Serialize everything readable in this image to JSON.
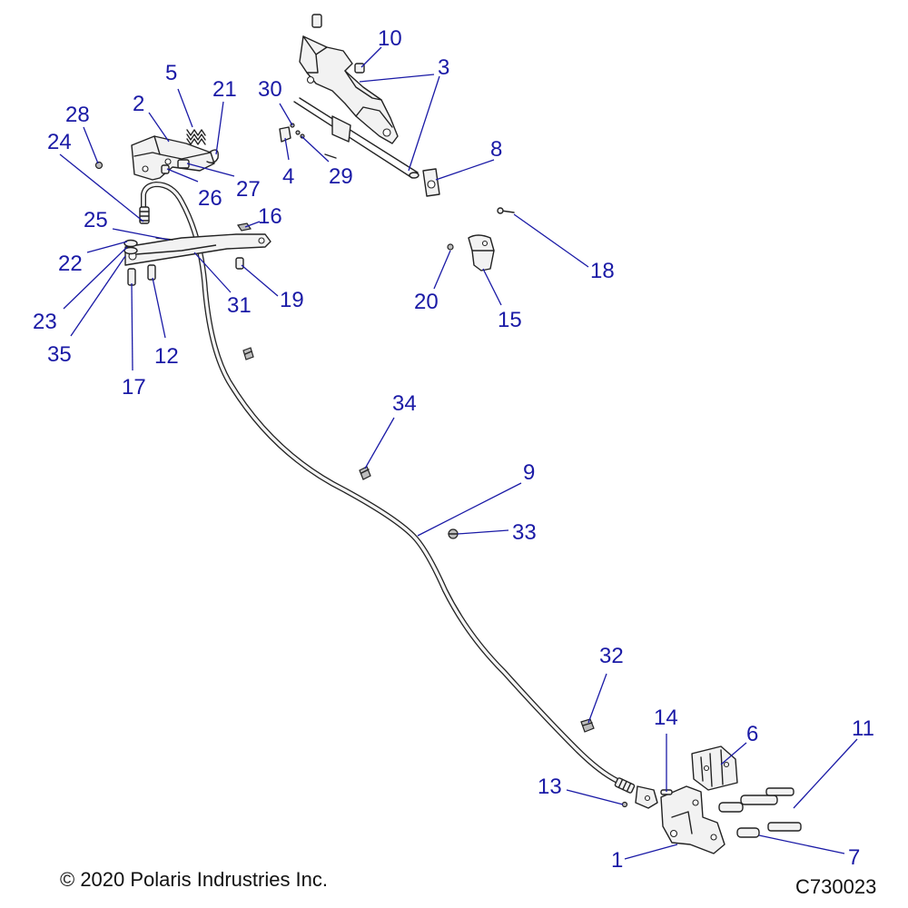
{
  "callouts": {
    "c1": "1",
    "c2": "2",
    "c3": "3",
    "c4": "4",
    "c5": "5",
    "c6": "6",
    "c7": "7",
    "c8": "8",
    "c9": "9",
    "c10": "10",
    "c11": "11",
    "c12": "12",
    "c13": "13",
    "c14": "14",
    "c15": "15",
    "c16": "16",
    "c17": "17",
    "c18": "18",
    "c19": "19",
    "c20": "20",
    "c21": "21",
    "c22": "22",
    "c23": "23",
    "c24": "24",
    "c25": "25",
    "c26": "26",
    "c27": "27",
    "c28": "28",
    "c29": "29",
    "c30": "30",
    "c31": "31",
    "c32": "32",
    "c33": "33",
    "c34": "34",
    "c35": "35"
  },
  "footer": {
    "copyright": "© 2020 Polaris Indrustries Inc.",
    "figure_code": "C730023"
  },
  "colors": {
    "callout": "#1a1aa6",
    "line_art": "#222222",
    "background": "#ffffff"
  }
}
